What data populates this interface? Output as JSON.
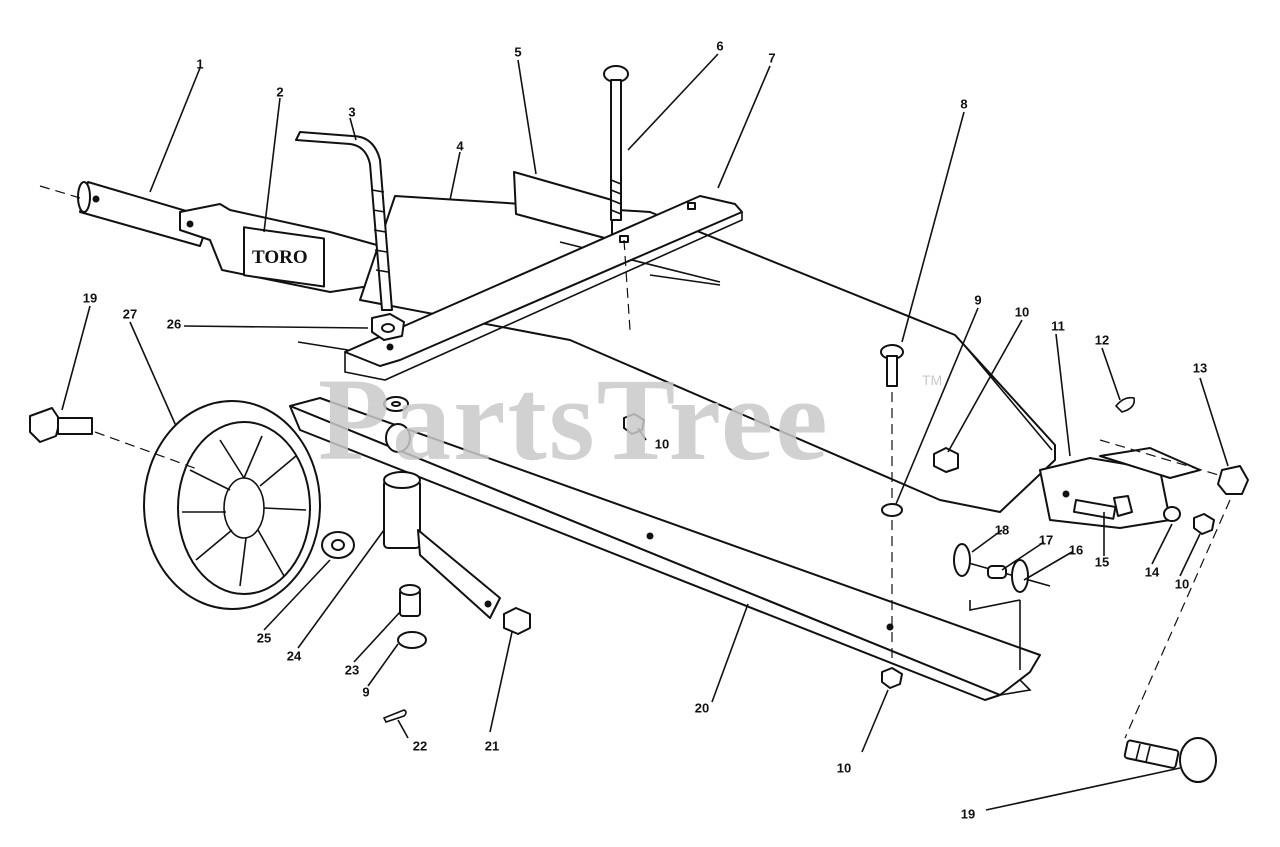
{
  "brand_plate": "TORO",
  "watermark": "PartsTree",
  "watermark_mark": "TM",
  "part_labels": [
    {
      "id": "lbl-1",
      "text": "1"
    },
    {
      "id": "lbl-2",
      "text": "2"
    },
    {
      "id": "lbl-3",
      "text": "3"
    },
    {
      "id": "lbl-4",
      "text": "4"
    },
    {
      "id": "lbl-5",
      "text": "5"
    },
    {
      "id": "lbl-6",
      "text": "6"
    },
    {
      "id": "lbl-7",
      "text": "7"
    },
    {
      "id": "lbl-8",
      "text": "8"
    },
    {
      "id": "lbl-9a",
      "text": "9"
    },
    {
      "id": "lbl-10a",
      "text": "10"
    },
    {
      "id": "lbl-11",
      "text": "11"
    },
    {
      "id": "lbl-12",
      "text": "12"
    },
    {
      "id": "lbl-13",
      "text": "13"
    },
    {
      "id": "lbl-19a",
      "text": "19"
    },
    {
      "id": "lbl-27",
      "text": "27"
    },
    {
      "id": "lbl-26",
      "text": "26"
    },
    {
      "id": "lbl-10b",
      "text": "10"
    },
    {
      "id": "lbl-18",
      "text": "18"
    },
    {
      "id": "lbl-17",
      "text": "17"
    },
    {
      "id": "lbl-16",
      "text": "16"
    },
    {
      "id": "lbl-15",
      "text": "15"
    },
    {
      "id": "lbl-14",
      "text": "14"
    },
    {
      "id": "lbl-10c",
      "text": "10"
    },
    {
      "id": "lbl-25",
      "text": "25"
    },
    {
      "id": "lbl-24",
      "text": "24"
    },
    {
      "id": "lbl-23",
      "text": "23"
    },
    {
      "id": "lbl-9b",
      "text": "9"
    },
    {
      "id": "lbl-22",
      "text": "22"
    },
    {
      "id": "lbl-21",
      "text": "21"
    },
    {
      "id": "lbl-20",
      "text": "20"
    },
    {
      "id": "lbl-10d",
      "text": "10"
    },
    {
      "id": "lbl-19b",
      "text": "19"
    }
  ]
}
